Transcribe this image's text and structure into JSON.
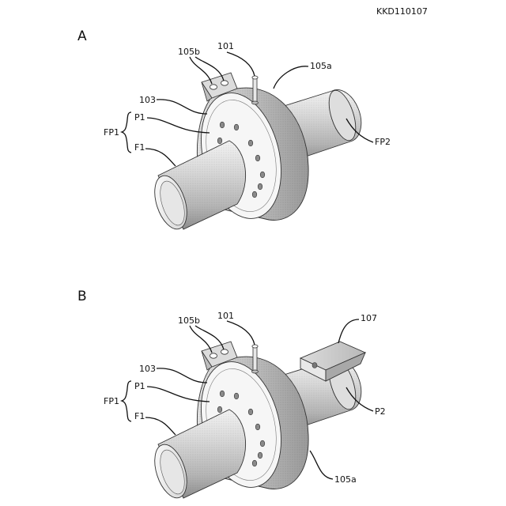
{
  "document_ref": "KKD110107",
  "panels": [
    {
      "letter": "A",
      "labels": {
        "holes": "105b",
        "pin": "101",
        "ring": "105a",
        "flange": "103",
        "face": "P1",
        "group": "FP1",
        "inlet": "F1",
        "outlet": "FP2"
      }
    },
    {
      "letter": "B",
      "labels": {
        "holes": "105b",
        "pin": "101",
        "box": "107",
        "flange": "103",
        "face": "P1",
        "group": "FP1",
        "inlet": "F1",
        "outlet": "P2",
        "ring": "105a"
      }
    }
  ],
  "colors": {
    "line": "#222222",
    "shade_light": "#f4f4f4",
    "shade_mid": "#c8c8c8",
    "shade_dark": "#8a8a8a"
  }
}
